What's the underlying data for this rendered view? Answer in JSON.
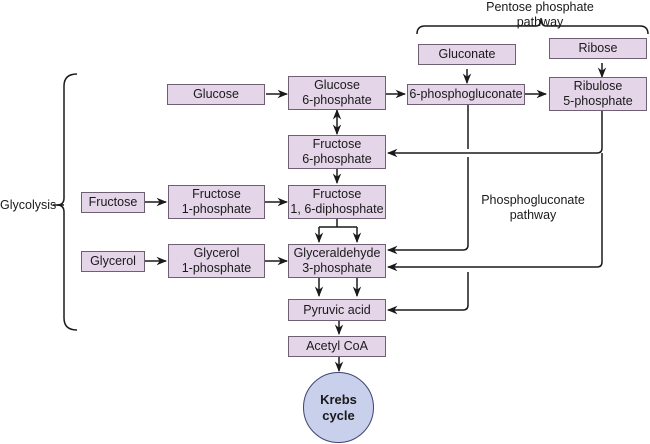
{
  "diagram": {
    "title_pentose": "Pentose phosphate pathway",
    "title_glycolysis": "Glycolysis",
    "title_phosphogluconate": [
      "Phosphogluconate",
      "pathway"
    ],
    "nodes": {
      "glucose": "Glucose",
      "glucose6p": [
        "Glucose",
        "6-phosphate"
      ],
      "phosphogluconate6": "6-phosphogluconate",
      "gluconate": "Gluconate",
      "ribose": "Ribose",
      "ribulose5p": [
        "Ribulose",
        "5-phosphate"
      ],
      "fructose6p": [
        "Fructose",
        "6-phosphate"
      ],
      "fructose": "Fructose",
      "fructose1p": [
        "Fructose",
        "1-phosphate"
      ],
      "fructose16dp": [
        "Fructose",
        "1, 6-diphosphate"
      ],
      "glycerol": "Glycerol",
      "glycerol1p": [
        "Glycerol",
        "1-phosphate"
      ],
      "glyceraldehyde3p": [
        "Glyceraldehyde",
        "3-phosphate"
      ],
      "pyruvic": "Pyruvic acid",
      "acetylcoa": "Acetyl CoA",
      "krebs": [
        "Krebs",
        "cycle"
      ]
    },
    "edges": [
      {
        "from": "glucose",
        "to": "glucose6p"
      },
      {
        "from": "glucose6p",
        "to": "phosphogluconate6"
      },
      {
        "from": "gluconate",
        "to": "phosphogluconate6"
      },
      {
        "from": "phosphogluconate6",
        "to": "ribulose5p"
      },
      {
        "from": "ribose",
        "to": "ribulose5p"
      },
      {
        "from": "glucose6p",
        "to": "fructose6p",
        "bidirectional": true
      },
      {
        "from": "ribulose5p",
        "to": "fructose6p"
      },
      {
        "from": "fructose6p",
        "to": "fructose16dp"
      },
      {
        "from": "fructose",
        "to": "fructose1p"
      },
      {
        "from": "fructose1p",
        "to": "fructose16dp"
      },
      {
        "from": "fructose16dp",
        "to": "glyceraldehyde3p"
      },
      {
        "from": "glycerol",
        "to": "glycerol1p"
      },
      {
        "from": "glycerol1p",
        "to": "glyceraldehyde3p"
      },
      {
        "from": "phosphogluconate6",
        "to": "glyceraldehyde3p"
      },
      {
        "from": "ribulose5p",
        "to": "glyceraldehyde3p"
      },
      {
        "from": "glyceraldehyde3p",
        "to": "pyruvic"
      },
      {
        "from": "phosphogluconate6",
        "to": "pyruvic"
      },
      {
        "from": "pyruvic",
        "to": "acetylcoa"
      },
      {
        "from": "acetylcoa",
        "to": "krebs"
      }
    ],
    "colors": {
      "box_fill": "#e4d5e8",
      "box_border": "#6e5f72",
      "krebs_fill": "#c8d0ec",
      "line": "#1a1a1a"
    }
  }
}
